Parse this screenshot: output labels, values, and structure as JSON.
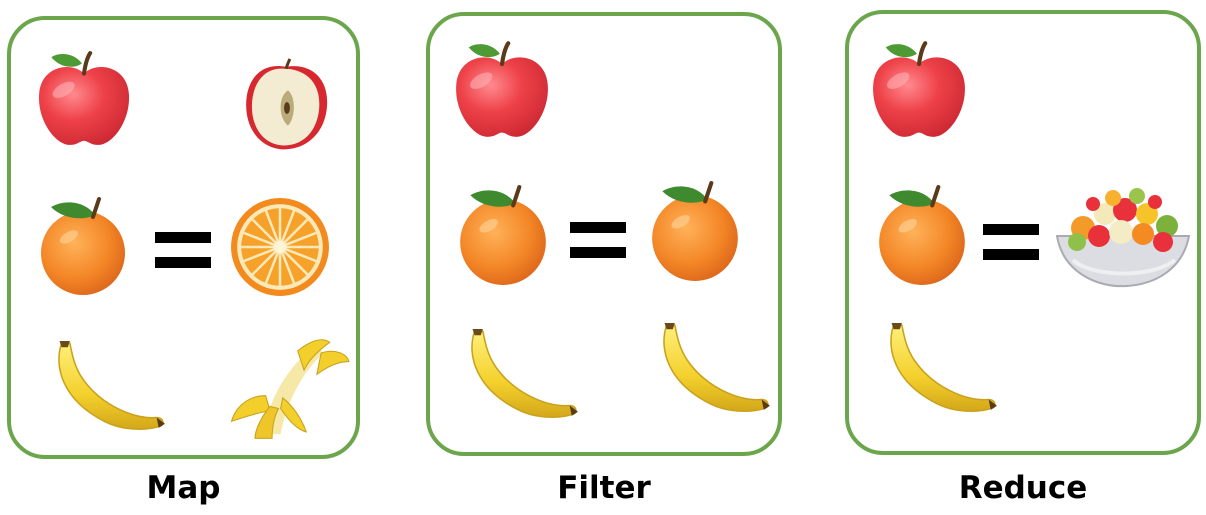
{
  "captions": {
    "map": "Map",
    "filter": "Filter",
    "reduce": "Reduce"
  },
  "colors": {
    "panel_border": "#6ca64c",
    "apple": "#e8383e",
    "orange": "#f28a2a",
    "banana": "#f5d63d",
    "leaf": "#4e9a34"
  },
  "icons": {
    "map": [
      "apple-icon",
      "apple-half-icon",
      "orange-icon",
      "equals-icon",
      "orange-slice-icon",
      "banana-icon",
      "peeled-banana-icon"
    ],
    "filter": [
      "apple-icon",
      "orange-icon",
      "equals-icon",
      "orange-icon",
      "banana-icon",
      "banana-icon"
    ],
    "reduce": [
      "apple-icon",
      "orange-icon",
      "equals-icon",
      "fruit-salad-icon",
      "banana-icon"
    ]
  }
}
